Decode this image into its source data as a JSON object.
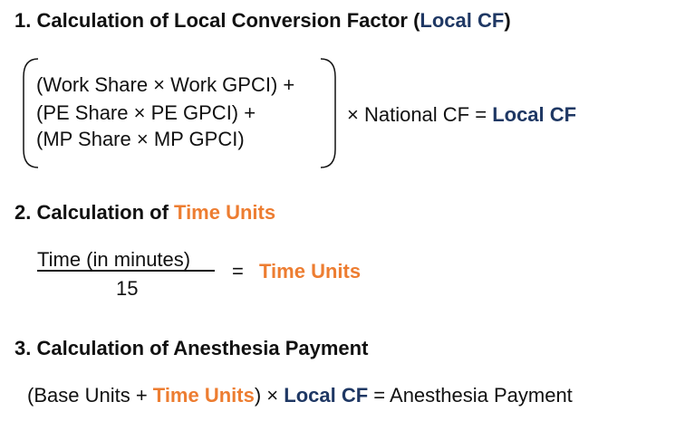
{
  "section1": {
    "heading_prefix": "1. Calculation of Local Conversion Factor (",
    "heading_term": "Local CF",
    "heading_suffix": ")",
    "line1": "(Work Share × Work GPCI) +",
    "line2": "(PE Share × PE GPCI) +",
    "line3": "(MP Share × MP GPCI)",
    "multiplier": "× National CF = ",
    "result": "Local CF"
  },
  "section2": {
    "heading_prefix": "2. Calculation of ",
    "heading_term": "Time Units",
    "numerator": "Time (in minutes)",
    "denominator": "15",
    "equals": "=",
    "result": "Time Units"
  },
  "section3": {
    "heading": "3. Calculation of Anesthesia Payment",
    "open_paren": "(Base Units + ",
    "term_time": "Time Units",
    "close_paren": ")",
    "times": " × ",
    "term_cf": "Local CF",
    "equals_result": " = Anesthesia Payment"
  },
  "colors": {
    "blue": "#1f3864",
    "orange": "#ed7d31",
    "text": "#111111"
  }
}
